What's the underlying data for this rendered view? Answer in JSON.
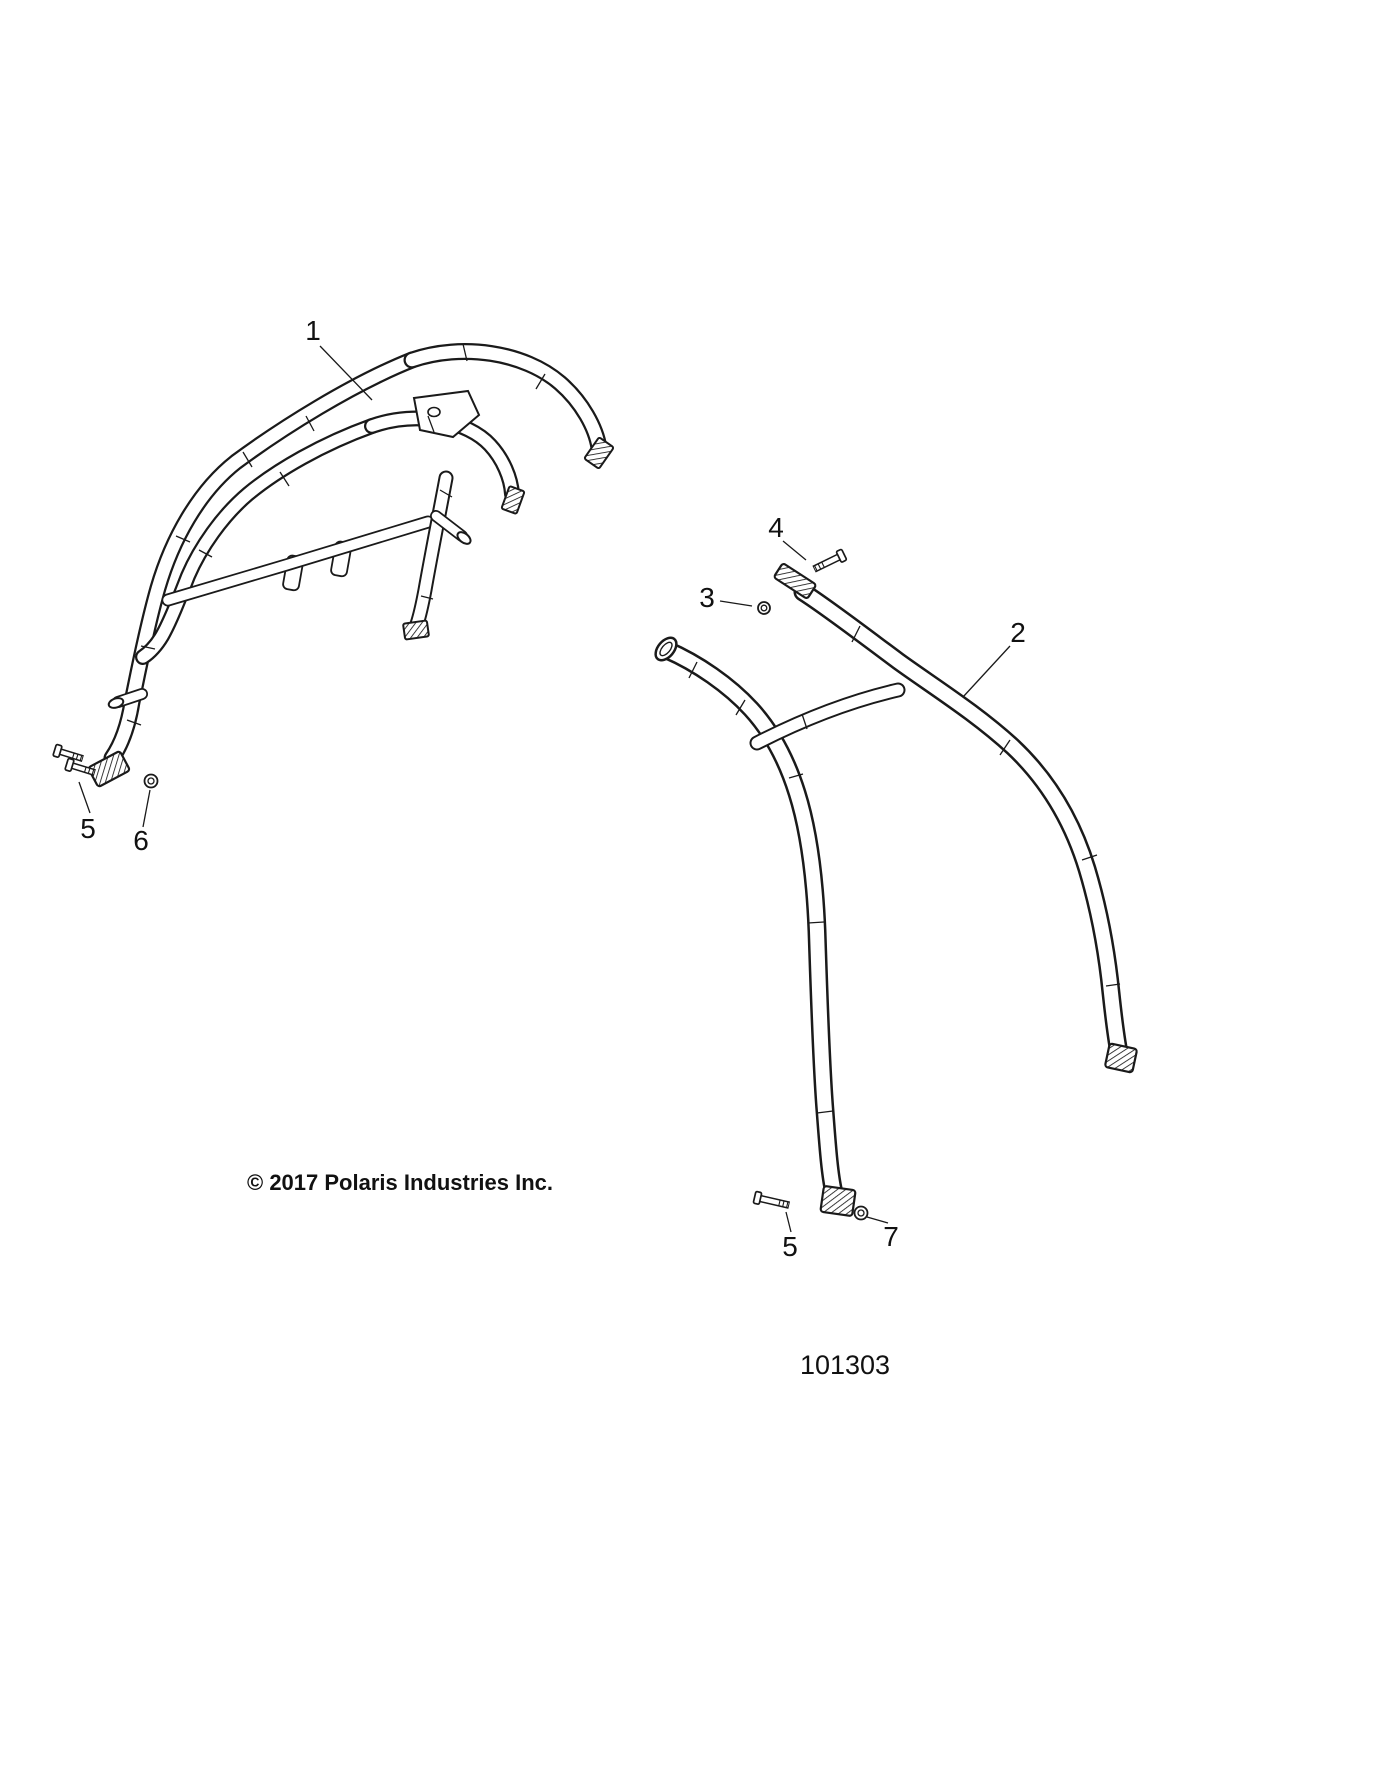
{
  "diagram": {
    "copyright": "© 2017 Polaris Industries Inc.",
    "part_number": "101303",
    "callouts": {
      "c1": "1",
      "c2": "2",
      "c3": "3",
      "c4": "4",
      "c5_left": "5",
      "c6": "6",
      "c5_bottom": "5",
      "c7": "7"
    }
  }
}
